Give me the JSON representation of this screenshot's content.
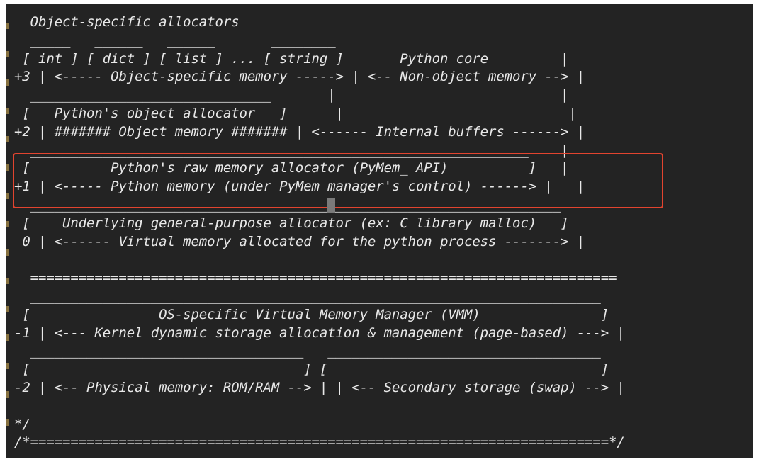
{
  "editor": {
    "lines": [
      "  Object-specific allocators",
      "  _____   ______   ______       ________",
      " [ int ] [ dict ] [ list ] ... [ string ]       Python core         |",
      "+3 | <----- Object-specific memory -----> | <-- Non-object memory --> |",
      "  ______________________________       |                            |",
      " [   Python's object allocator   ]      |                            |",
      "+2 | ####### Object memory ####### | <------ Internal buffers ------> |",
      "  ______________________________________________________________    |",
      " [          Python's raw memory allocator (PyMem_ API)          ]   |",
      "+1 | <----- Python memory (under PyMem manager's control) ------> |   |",
      "  __________________________________________________________________",
      " [    Underlying general-purpose allocator (ex: C library malloc)   ]",
      " 0 | <------ Virtual memory allocated for the python process -------> |",
      "",
      "  =========================================================================",
      "  _______________________________________________________________________",
      " [                OS-specific Virtual Memory Manager (VMM)               ]",
      "-1 | <--- Kernel dynamic storage allocation & management (page-based) ---> |",
      "  __________________________________   __________________________________",
      " [                                  ] [                                  ]",
      "-2 | <-- Physical memory: ROM/RAM --> | | <-- Secondary storage (swap) --> |",
      "",
      "*/",
      "/*========================================================================*/"
    ]
  }
}
